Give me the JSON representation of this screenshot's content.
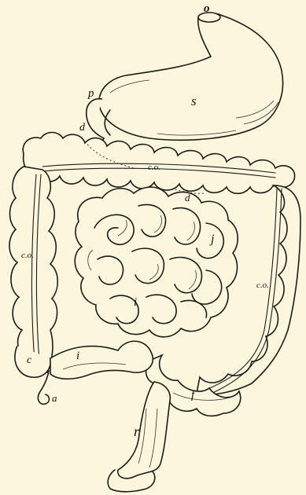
{
  "figure": {
    "labels": {
      "o": "o",
      "s": "s",
      "p": "p",
      "d_upper": "d",
      "d_lower": "d",
      "co_top": "c.o.",
      "co_left": "c.o.",
      "co_right": "c.o.",
      "j": "j",
      "i_center": "i",
      "i_lower": "i",
      "c": "c",
      "a": "a",
      "f": "f",
      "r": "r"
    }
  }
}
